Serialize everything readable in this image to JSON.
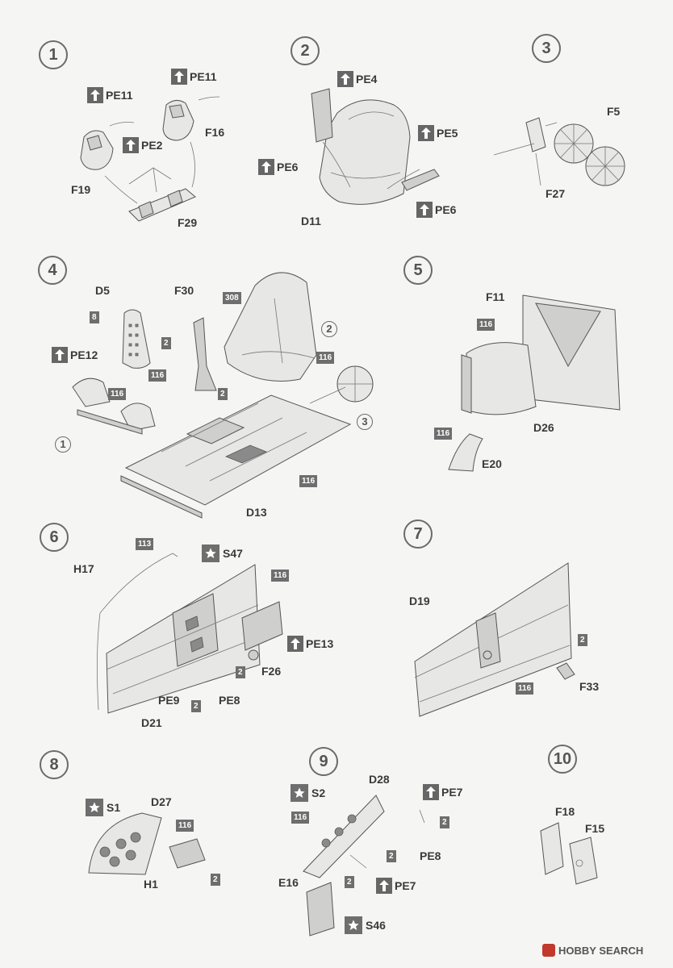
{
  "steps": [
    "1",
    "2",
    "3",
    "4",
    "5",
    "6",
    "7",
    "8",
    "9",
    "10"
  ],
  "labels": {
    "s1_f19": "F19",
    "s1_f16": "F16",
    "s1_f29": "F29",
    "s2_d11": "D11",
    "s3_f5": "F5",
    "s3_f27": "F27",
    "s4_d5": "D5",
    "s4_f30": "F30",
    "s4_d13": "D13",
    "s5_f11": "F11",
    "s5_d26": "D26",
    "s5_e20": "E20",
    "s6_h17": "H17",
    "s6_f26": "F26",
    "s6_pe9": "PE9",
    "s6_pe8": "PE8",
    "s6_d21": "D21",
    "s7_d19": "D19",
    "s7_f33": "F33",
    "s8_d27": "D27",
    "s8_h1": "H1",
    "s9_d28": "D28",
    "s9_pe8": "PE8",
    "s9_e16": "E16",
    "s10_f18": "F18",
    "s10_f15": "F15"
  },
  "photo_etch": {
    "s1_pe11a": "PE11",
    "s1_pe11b": "PE11",
    "s1_pe2": "PE2",
    "s2_pe4": "PE4",
    "s2_pe5": "PE5",
    "s2_pe6a": "PE6",
    "s2_pe6b": "PE6",
    "s4_pe12": "PE12",
    "s6_pe13": "PE13",
    "s9_pe7a": "PE7",
    "s9_pe7b": "PE7"
  },
  "stickers": {
    "s6_s47": "S47",
    "s8_s1": "S1",
    "s9_s2": "S2",
    "s9_s46": "S46"
  },
  "paint_codes": {
    "s4_8": "8",
    "s4_308": "308",
    "s4_2a": "2",
    "s4_116a": "116",
    "s4_116b": "116",
    "s4_2b": "2",
    "s4_116c": "116",
    "s4_116d": "116",
    "s5_116a": "116",
    "s5_116b": "116",
    "s6_113": "113",
    "s6_116": "116",
    "s6_2a": "2",
    "s6_2b": "2",
    "s7_2": "2",
    "s7_116": "116",
    "s8_116": "116",
    "s8_2": "2",
    "s9_116": "116",
    "s9_2a": "2",
    "s9_2b": "2",
    "s9_2c": "2"
  },
  "callouts": {
    "s4_c2": "2",
    "s4_c1": "1",
    "s4_c3": "3"
  },
  "watermark": {
    "brand": "HOBBY SEARCH"
  },
  "icons": {
    "photo_etch": "upward-arrow-icon",
    "sticker": "star-icon",
    "brand": "hobbysearch-logo-icon"
  }
}
